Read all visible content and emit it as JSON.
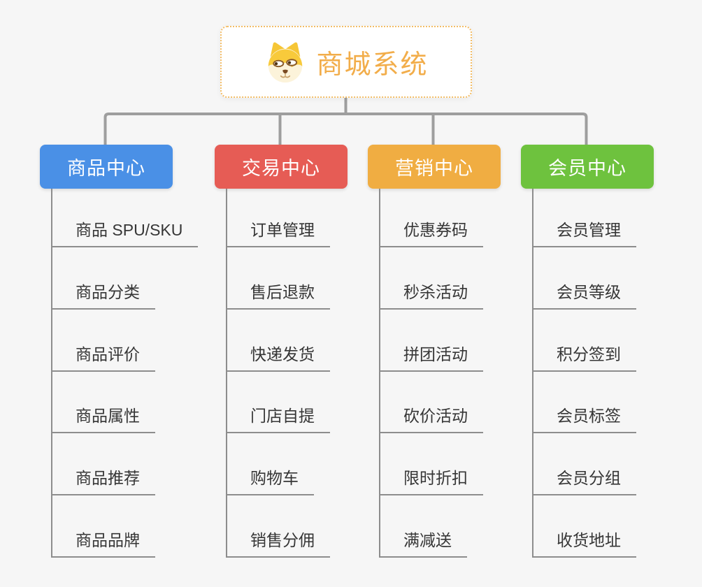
{
  "root": {
    "title": "商城系统",
    "icon": "doge-dog-icon"
  },
  "branches": [
    {
      "label": "商品中心",
      "color": "#4a90e6",
      "items": [
        "商品 SPU/SKU",
        "商品分类",
        "商品评价",
        "商品属性",
        "商品推荐",
        "商品品牌"
      ]
    },
    {
      "label": "交易中心",
      "color": "#e65c55",
      "items": [
        "订单管理",
        "售后退款",
        "快递发货",
        "门店自提",
        "购物车",
        "销售分佣"
      ]
    },
    {
      "label": "营销中心",
      "color": "#f0ad42",
      "items": [
        "优惠券码",
        "秒杀活动",
        "拼团活动",
        "砍价活动",
        "限时折扣",
        "满减送"
      ]
    },
    {
      "label": "会员中心",
      "color": "#6ec23e",
      "items": [
        "会员管理",
        "会员等级",
        "积分签到",
        "会员标签",
        "会员分组",
        "收货地址"
      ]
    }
  ],
  "colors": {
    "background": "#f6f6f6",
    "connector": "#9e9e9e",
    "underline": "#8d8d8d",
    "item_text": "#363636",
    "root_border": "#f3bd66",
    "root_title": "#f2ad4a"
  }
}
